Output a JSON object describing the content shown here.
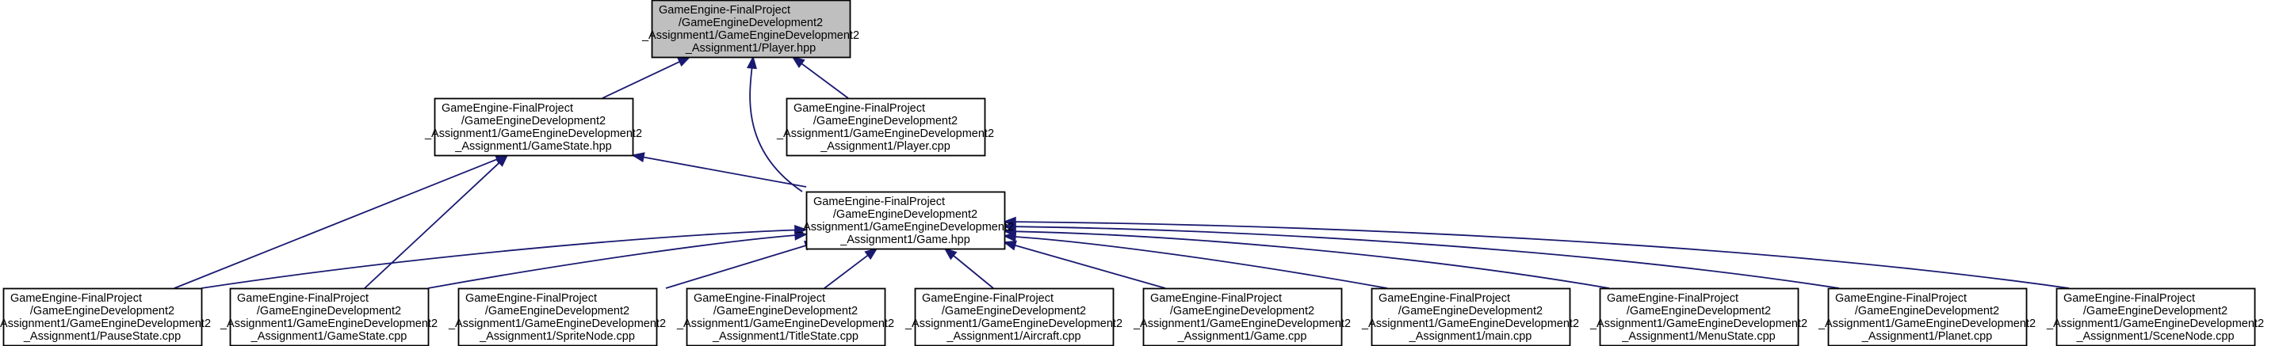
{
  "colors": {
    "edge": "#191970",
    "root_fill": "#bfbfbf",
    "node_fill": "#ffffff",
    "border": "#000000"
  },
  "nodes": [
    {
      "id": "player_hpp",
      "lines": [
        "GameEngine-FinalProject",
        "/GameEngineDevelopment2",
        "_Assignment1/GameEngineDevelopment2",
        "_Assignment1/Player.hpp"
      ]
    },
    {
      "id": "gamestate_hpp",
      "lines": [
        "GameEngine-FinalProject",
        "/GameEngineDevelopment2",
        "_Assignment1/GameEngineDevelopment2",
        "_Assignment1/GameState.hpp"
      ]
    },
    {
      "id": "player_cpp",
      "lines": [
        "GameEngine-FinalProject",
        "/GameEngineDevelopment2",
        "_Assignment1/GameEngineDevelopment2",
        "_Assignment1/Player.cpp"
      ]
    },
    {
      "id": "game_hpp",
      "lines": [
        "GameEngine-FinalProject",
        "/GameEngineDevelopment2",
        "_Assignment1/GameEngineDevelopment2",
        "_Assignment1/Game.hpp"
      ]
    },
    {
      "id": "pausestate_cpp",
      "lines": [
        "GameEngine-FinalProject",
        "/GameEngineDevelopment2",
        "_Assignment1/GameEngineDevelopment2",
        "_Assignment1/PauseState.cpp"
      ]
    },
    {
      "id": "gamestate_cpp",
      "lines": [
        "GameEngine-FinalProject",
        "/GameEngineDevelopment2",
        "_Assignment1/GameEngineDevelopment2",
        "_Assignment1/GameState.cpp"
      ]
    },
    {
      "id": "spritenode_cpp",
      "lines": [
        "GameEngine-FinalProject",
        "/GameEngineDevelopment2",
        "_Assignment1/GameEngineDevelopment2",
        "_Assignment1/SpriteNode.cpp"
      ]
    },
    {
      "id": "titlestate_cpp",
      "lines": [
        "GameEngine-FinalProject",
        "/GameEngineDevelopment2",
        "_Assignment1/GameEngineDevelopment2",
        "_Assignment1/TitleState.cpp"
      ]
    },
    {
      "id": "aircraft_cpp",
      "lines": [
        "GameEngine-FinalProject",
        "/GameEngineDevelopment2",
        "_Assignment1/GameEngineDevelopment2",
        "_Assignment1/Aircraft.cpp"
      ]
    },
    {
      "id": "game_cpp",
      "lines": [
        "GameEngine-FinalProject",
        "/GameEngineDevelopment2",
        "_Assignment1/GameEngineDevelopment2",
        "_Assignment1/Game.cpp"
      ]
    },
    {
      "id": "main_cpp",
      "lines": [
        "GameEngine-FinalProject",
        "/GameEngineDevelopment2",
        "_Assignment1/GameEngineDevelopment2",
        "_Assignment1/main.cpp"
      ]
    },
    {
      "id": "menustate_cpp",
      "lines": [
        "GameEngine-FinalProject",
        "/GameEngineDevelopment2",
        "_Assignment1/GameEngineDevelopment2",
        "_Assignment1/MenuState.cpp"
      ]
    },
    {
      "id": "planet_cpp",
      "lines": [
        "GameEngine-FinalProject",
        "/GameEngineDevelopment2",
        "_Assignment1/GameEngineDevelopment2",
        "_Assignment1/Planet.cpp"
      ]
    },
    {
      "id": "scenenode_cpp",
      "lines": [
        "GameEngine-FinalProject",
        "/GameEngineDevelopment2",
        "_Assignment1/GameEngineDevelopment2",
        "_Assignment1/SceneNode.cpp"
      ]
    }
  ],
  "edges": [
    {
      "from": "gamestate_hpp",
      "to": "player_hpp"
    },
    {
      "from": "player_cpp",
      "to": "player_hpp"
    },
    {
      "from": "game_hpp",
      "to": "player_hpp"
    },
    {
      "from": "game_hpp",
      "to": "gamestate_hpp"
    },
    {
      "from": "pausestate_cpp",
      "to": "gamestate_hpp"
    },
    {
      "from": "gamestate_cpp",
      "to": "gamestate_hpp"
    },
    {
      "from": "pausestate_cpp",
      "to": "game_hpp"
    },
    {
      "from": "gamestate_cpp",
      "to": "game_hpp"
    },
    {
      "from": "spritenode_cpp",
      "to": "game_hpp"
    },
    {
      "from": "titlestate_cpp",
      "to": "game_hpp"
    },
    {
      "from": "aircraft_cpp",
      "to": "game_hpp"
    },
    {
      "from": "game_cpp",
      "to": "game_hpp"
    },
    {
      "from": "main_cpp",
      "to": "game_hpp"
    },
    {
      "from": "menustate_cpp",
      "to": "game_hpp"
    },
    {
      "from": "planet_cpp",
      "to": "game_hpp"
    },
    {
      "from": "scenenode_cpp",
      "to": "game_hpp"
    }
  ]
}
